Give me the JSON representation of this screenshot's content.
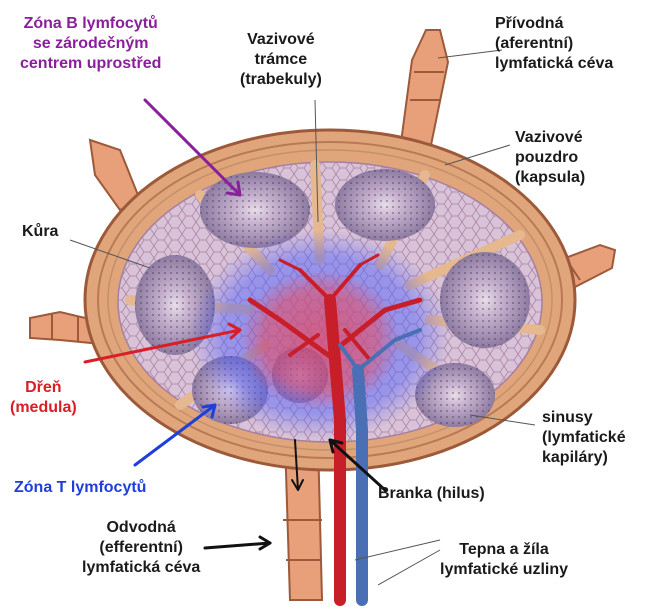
{
  "colors": {
    "capsule": "#e0a57a",
    "capsule_edge": "#9c5a3a",
    "cortex": "#d9c3d8",
    "follicle": "#a894b6",
    "vessel_lymph": "#e8a07a",
    "artery": "#c81e2a",
    "vein": "#4a6fb5",
    "zone_b_text": "#8a1f9c",
    "medulla_text": "#d81f26",
    "zone_t_text": "#1f3fd8",
    "zone_t_glow": "#4a5cff",
    "medulla_glow": "#ff4a4a"
  },
  "labels": {
    "zona_b": [
      "Zóna B lymfocytů",
      "se zárodečným",
      "centrem uprostřed"
    ],
    "trabekuly": [
      "Vazivové",
      "trámce",
      "(trabekuly)"
    ],
    "privodna": [
      "Přívodná",
      "(aferentní)",
      "lymfatická céva"
    ],
    "pouzdro": [
      "Vazivové",
      "pouzdro",
      "(kapsula)"
    ],
    "kura": [
      "Kůra"
    ],
    "dren": [
      "Dřeň",
      "(medula)"
    ],
    "sinusy": [
      "sinusy",
      "(lymfatické",
      "kapiláry)"
    ],
    "zona_t": [
      "Zóna  T lymfocytů"
    ],
    "branka": [
      "Branka (hilus)"
    ],
    "odvodna": [
      "Odvodná",
      "(efferentní)",
      "lymfatická céva"
    ],
    "tepna": [
      "Tepna a žíla",
      "lymfatické uzliny"
    ]
  }
}
